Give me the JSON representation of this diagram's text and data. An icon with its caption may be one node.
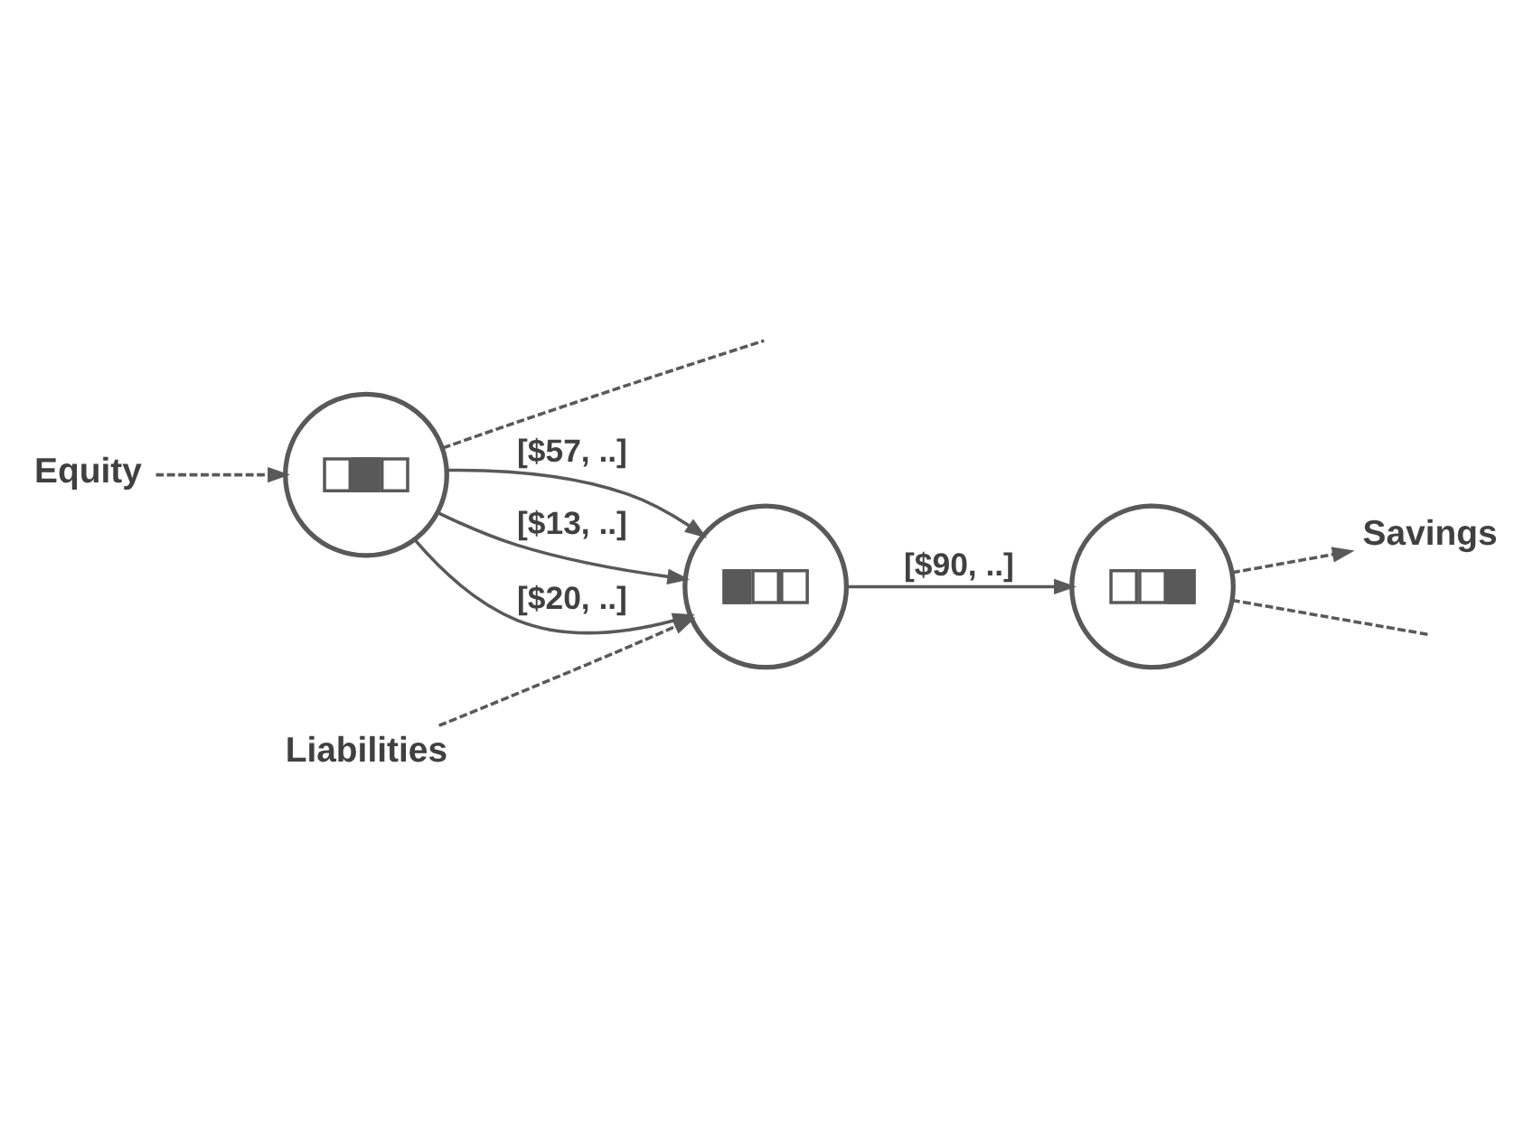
{
  "diagram": {
    "nodes": [
      {
        "text": [
          "Equity"
        ]
      },
      {
        "text": [],
        "shape": "circle"
      },
      {
        "text": [
          "Liabilities"
        ]
      },
      {
        "text": [],
        "shape": "circle"
      },
      {
        "text": [
          "Savings"
        ]
      },
      {
        "text": [],
        "shape": "circle"
      }
    ],
    "edges": [
      {
        "from": 0,
        "to": 1,
        "arrow": "to",
        "style": "dashed"
      },
      {
        "from": 2,
        "to": 3,
        "arrow": "to",
        "style": "dashed"
      },
      {
        "from": 1,
        "to": 3,
        "arrow": "to",
        "label": "[$57, ..]"
      },
      {
        "from": 1,
        "to": 3,
        "arrow": "to",
        "label": "[$13, ..]"
      },
      {
        "from": 1,
        "to": 3,
        "arrow": "to",
        "label": "[$20, ..]"
      },
      {
        "from": 3,
        "to": 5,
        "arrow": "to",
        "label": "[$90, ..]"
      },
      {
        "from": 5,
        "to": 4,
        "arrow": "to",
        "style": "dashed"
      },
      {
        "from": 1,
        "to": null,
        "arrow": "none",
        "style": "dashed"
      },
      {
        "from": 5,
        "to": null,
        "arrow": "none",
        "style": "dashed"
      }
    ]
  }
}
